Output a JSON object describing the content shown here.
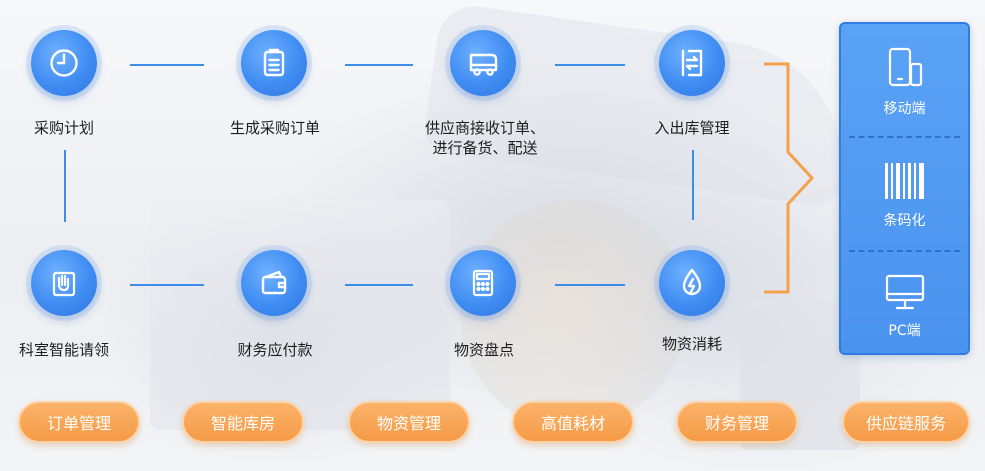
{
  "nodes": [
    {
      "id": "plan",
      "label": "采购计划",
      "icon": "clock-icon"
    },
    {
      "id": "order",
      "label": "生成采购订单",
      "icon": "clipboard-icon"
    },
    {
      "id": "supplier",
      "label": "供应商接收订单、进行备货、配送",
      "label_line1": "供应商接收订单、",
      "label_line2": "进行备货、配送",
      "icon": "truck-icon"
    },
    {
      "id": "warehouse",
      "label": "入出库管理",
      "icon": "door-exchange-icon"
    },
    {
      "id": "request",
      "label": "科室智能请领",
      "icon": "hand-card-icon"
    },
    {
      "id": "finance",
      "label": "财务应付款",
      "icon": "wallet-icon"
    },
    {
      "id": "inventory",
      "label": "物资盘点",
      "icon": "calculator-icon"
    },
    {
      "id": "consume",
      "label": "物资消耗",
      "icon": "flame-icon"
    }
  ],
  "panel": {
    "items": [
      {
        "label": "移动端",
        "icon": "mobile-phone-icon"
      },
      {
        "label": "条码化",
        "icon": "barcode-icon"
      },
      {
        "label": "PC端",
        "icon": "monitor-icon"
      }
    ]
  },
  "pills": [
    "订单管理",
    "智能库房",
    "物资管理",
    "高值耗材",
    "财务管理",
    "供应链服务"
  ],
  "colors": {
    "node_blue": "#3f8cf2",
    "connector_blue": "#3b8de8",
    "panel_blue": "#4a93ef",
    "pill_orange": "#f59a46",
    "bracket_orange": "#f5a04a"
  }
}
